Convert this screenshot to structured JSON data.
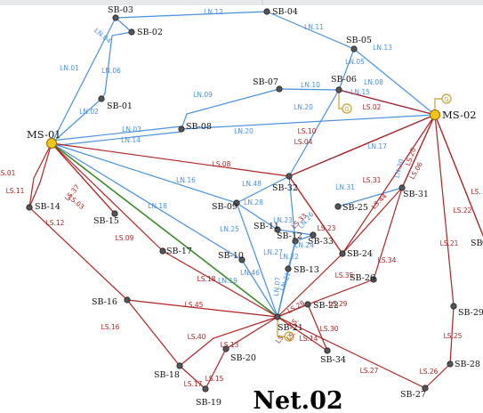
{
  "diagram": {
    "title": "Net.02",
    "colors": {
      "ln": "#4a90e2",
      "ls": "#b22222",
      "green": "#3a8a2a",
      "node": "#555555",
      "main": "#f5c518",
      "gen": "#c8a030",
      "topbar": "#e6e8ec"
    },
    "nodes": [
      {
        "id": "MS-01",
        "label": "MS-01",
        "type": "main"
      },
      {
        "id": "MS-02",
        "label": "MS-02",
        "type": "main"
      },
      {
        "id": "SB-03",
        "label": "SB-03"
      },
      {
        "id": "SB-02",
        "label": "SB-02"
      },
      {
        "id": "SB-01",
        "label": "SB-01"
      },
      {
        "id": "SB-04",
        "label": "SB-04"
      },
      {
        "id": "SB-05",
        "label": "SB-05"
      },
      {
        "id": "SB-06",
        "label": "SB-06"
      },
      {
        "id": "SB-07",
        "label": "SB-07"
      },
      {
        "id": "SB-08",
        "label": "SB-08"
      },
      {
        "id": "SB-32",
        "label": "SB-32"
      },
      {
        "id": "SB-09",
        "label": "SB-09"
      },
      {
        "id": "SB-11",
        "label": "SB-11"
      },
      {
        "id": "SB-12",
        "label": "SB-12"
      },
      {
        "id": "SB-10",
        "label": "SB-10"
      },
      {
        "id": "SB-13",
        "label": "SB-13"
      },
      {
        "id": "SB-33",
        "label": "SB-33"
      },
      {
        "id": "SB-25",
        "label": "SB-25"
      },
      {
        "id": "SB-31",
        "label": "SB-31"
      },
      {
        "id": "SB-24",
        "label": "SB-24"
      },
      {
        "id": "SB-26",
        "label": "SB-26"
      },
      {
        "id": "SB-22",
        "label": "SB-22"
      },
      {
        "id": "SB-21",
        "label": "SB-21"
      },
      {
        "id": "SB-34",
        "label": "SB-34"
      },
      {
        "id": "SB-14",
        "label": "SB-14"
      },
      {
        "id": "SB-15",
        "label": "SB-15"
      },
      {
        "id": "SB-17",
        "label": "SB-17"
      },
      {
        "id": "SB-16",
        "label": "SB-16"
      },
      {
        "id": "SB-18",
        "label": "SB-18"
      },
      {
        "id": "SB-19",
        "label": "SB-19"
      },
      {
        "id": "SB-20",
        "label": "SB-20"
      },
      {
        "id": "SB-27",
        "label": "SB-27"
      },
      {
        "id": "SB-28",
        "label": "SB-28"
      },
      {
        "id": "SB-29",
        "label": "SB-29"
      },
      {
        "id": "SB-30",
        "label": "SB-"
      }
    ],
    "generators": [
      {
        "node": "SB-06",
        "label": "G"
      },
      {
        "node": "MS-02",
        "label": "G"
      },
      {
        "node": "SB-21",
        "label": "G"
      }
    ],
    "lines": [
      {
        "label": "LN.01",
        "from": "MS-01",
        "to": "SB-03",
        "kind": "ln"
      },
      {
        "label": "LN.04",
        "from": "SB-03",
        "to": "SB-02",
        "kind": "ln"
      },
      {
        "label": "LN.12",
        "from": "SB-03",
        "to": "SB-04",
        "kind": "ln"
      },
      {
        "label": "LN.06",
        "from": "SB-02",
        "to": "SB-01",
        "kind": "ln"
      },
      {
        "label": "LN.02",
        "from": "SB-01",
        "to": "MS-01",
        "kind": "ln"
      },
      {
        "label": "LN.11",
        "from": "SB-04",
        "to": "SB-05",
        "kind": "ln"
      },
      {
        "label": "LN.13",
        "from": "SB-05",
        "to": "MS-02",
        "kind": "ln"
      },
      {
        "label": "LN.05",
        "from": "SB-05",
        "to": "SB-06",
        "kind": "ln"
      },
      {
        "label": "LN.08",
        "from": "SB-06",
        "to": "MS-02",
        "kind": "ln"
      },
      {
        "label": "LN.15",
        "from": "SB-06",
        "to": "MS-02",
        "kind": "ln"
      },
      {
        "label": "LN.10",
        "from": "SB-07",
        "to": "SB-06",
        "kind": "ln"
      },
      {
        "label": "LN.09",
        "from": "SB-07",
        "to": "SB-08",
        "kind": "ln"
      },
      {
        "label": "LN.03",
        "from": "MS-01",
        "to": "SB-08",
        "kind": "ln"
      },
      {
        "label": "LN.14",
        "from": "MS-01",
        "to": "SB-08",
        "kind": "ln"
      },
      {
        "label": "LN.20",
        "from": "SB-08",
        "to": "MS-02",
        "kind": "ln"
      },
      {
        "label": "LN.20",
        "from": "SB-06",
        "to": "SB-32",
        "kind": "ln"
      },
      {
        "label": "LN.17",
        "from": "SB-32",
        "to": "MS-02",
        "kind": "ln"
      },
      {
        "label": "LN.16",
        "from": "MS-01",
        "to": "SB-09",
        "kind": "ln"
      },
      {
        "label": "LN.48",
        "from": "SB-09",
        "to": "SB-32",
        "kind": "ln"
      },
      {
        "label": "LN.28",
        "from": "SB-09",
        "to": "SB-11",
        "kind": "ln"
      },
      {
        "label": "LN.25",
        "from": "SB-09",
        "to": "SB-21",
        "kind": "ln"
      },
      {
        "label": "LN.18",
        "from": "MS-01",
        "to": "SB-10",
        "kind": "ln"
      },
      {
        "label": "LN.19",
        "from": "SB-10",
        "to": "SB-21",
        "kind": "ln"
      },
      {
        "label": "LN.23",
        "from": "SB-11",
        "to": "SB-33",
        "kind": "ln"
      },
      {
        "label": "LN.26",
        "from": "SB-32",
        "to": "SB-12",
        "kind": "ln"
      },
      {
        "label": "LN.24",
        "from": "SB-12",
        "to": "SB-33",
        "kind": "ln"
      },
      {
        "label": "LN.27",
        "from": "SB-12",
        "to": "SB-21",
        "kind": "ln"
      },
      {
        "label": "LN.22",
        "from": "SB-12",
        "to": "SB-13",
        "kind": "ln"
      },
      {
        "label": "LN.21",
        "from": "SB-13",
        "to": "SB-21",
        "kind": "ln"
      },
      {
        "label": "LN.07",
        "from": "SB-12",
        "to": "SB-21",
        "kind": "ln"
      },
      {
        "label": "LN.46",
        "from": "SB-13",
        "to": "SB-21",
        "kind": "ln"
      },
      {
        "label": "LN.31",
        "from": "SB-25",
        "to": "SB-31",
        "kind": "ln"
      },
      {
        "label": "LN.30",
        "from": "SB-32",
        "to": "MS-02",
        "kind": "ln"
      },
      {
        "label": "",
        "from": "MS-01",
        "to": "SB-21",
        "kind": "green"
      },
      {
        "label": "LS.02",
        "from": "SB-06",
        "to": "MS-02",
        "kind": "ls"
      },
      {
        "label": "LS.10",
        "from": "SB-32",
        "to": "MS-02",
        "kind": "ls"
      },
      {
        "label": "LS.04",
        "from": "SB-32",
        "to": "MS-02",
        "kind": "ls"
      },
      {
        "label": "LS.08",
        "from": "MS-01",
        "to": "SB-32",
        "kind": "ls"
      },
      {
        "label": "LS.20",
        "from": "MS-02",
        "to": "SB-31",
        "kind": "ls"
      },
      {
        "label": "LS.06",
        "from": "MS-02",
        "to": "SB-31",
        "kind": "ls"
      },
      {
        "label": "LS.31",
        "from": "SB-31",
        "to": "SB-24",
        "kind": "ls"
      },
      {
        "label": "LS.44",
        "from": "MS-02",
        "to": "SB-24",
        "kind": "ls"
      },
      {
        "label": "LS.33",
        "from": "SB-32",
        "to": "SB-24",
        "kind": "ls"
      },
      {
        "label": "LS.23",
        "from": "SB-32",
        "to": "SB-24",
        "kind": "ls"
      },
      {
        "label": "LS.34",
        "from": "SB-31",
        "to": "SB-26",
        "kind": "ls"
      },
      {
        "label": "LS.35",
        "from": "SB-24",
        "to": "SB-21",
        "kind": "ls"
      },
      {
        "label": "LS.29",
        "from": "SB-26",
        "to": "SB-22",
        "kind": "ls"
      },
      {
        "label": "LS.28",
        "from": "SB-21",
        "to": "SB-22",
        "kind": "ls"
      },
      {
        "label": "LS.30",
        "from": "SB-22",
        "to": "SB-34",
        "kind": "ls"
      },
      {
        "label": "LS.14",
        "from": "SB-21",
        "to": "SB-34",
        "kind": "ls"
      },
      {
        "label": "LS.27",
        "from": "SB-21",
        "to": "SB-27",
        "kind": "ls"
      },
      {
        "label": "LS.26",
        "from": "SB-27",
        "to": "SB-28",
        "kind": "ls"
      },
      {
        "label": "LS.25",
        "from": "SB-28",
        "to": "SB-29",
        "kind": "ls"
      },
      {
        "label": "LS.21",
        "from": "MS-02",
        "to": "SB-29",
        "kind": "ls"
      },
      {
        "label": "LS.22",
        "from": "MS-02",
        "to": "SB-30",
        "kind": "ls"
      },
      {
        "label": "LS.01",
        "from": "MS-01",
        "to": "SB-14",
        "kind": "ls"
      },
      {
        "label": "LS.11",
        "from": "MS-01",
        "to": "SB-14",
        "kind": "ls"
      },
      {
        "label": "LS.37",
        "from": "MS-01",
        "to": "SB-15",
        "kind": "ls"
      },
      {
        "label": "LS.03",
        "from": "MS-01",
        "to": "SB-15",
        "kind": "ls"
      },
      {
        "label": "LS.09",
        "from": "MS-01",
        "to": "SB-17",
        "kind": "ls"
      },
      {
        "label": "LS.18",
        "from": "SB-17",
        "to": "SB-21",
        "kind": "ls"
      },
      {
        "label": "LS.12",
        "from": "SB-14",
        "to": "SB-16",
        "kind": "ls"
      },
      {
        "label": "LS.45",
        "from": "SB-16",
        "to": "SB-21",
        "kind": "ls"
      },
      {
        "label": "LS.16",
        "from": "SB-16",
        "to": "SB-18",
        "kind": "ls"
      },
      {
        "label": "LS.40",
        "from": "SB-18",
        "to": "SB-21",
        "kind": "ls"
      },
      {
        "label": "LS.17",
        "from": "SB-18",
        "to": "SB-19",
        "kind": "ls"
      },
      {
        "label": "LS.13",
        "from": "SB-20",
        "to": "SB-21",
        "kind": "ls"
      },
      {
        "label": "LS.15",
        "from": "SB-20",
        "to": "SB-19",
        "kind": "ls"
      },
      {
        "label": "LS.",
        "from": "SB-21",
        "to": "SB-22",
        "kind": "ls"
      },
      {
        "label": "LS.",
        "from": "SB-21",
        "to": "SB-22",
        "kind": "ls"
      },
      {
        "label": "LS.",
        "from": "SB-21",
        "to": "SB-22",
        "kind": "ls"
      },
      {
        "label": "LS.",
        "from": "MS-02",
        "to": "SB-30",
        "kind": "ls"
      }
    ]
  }
}
